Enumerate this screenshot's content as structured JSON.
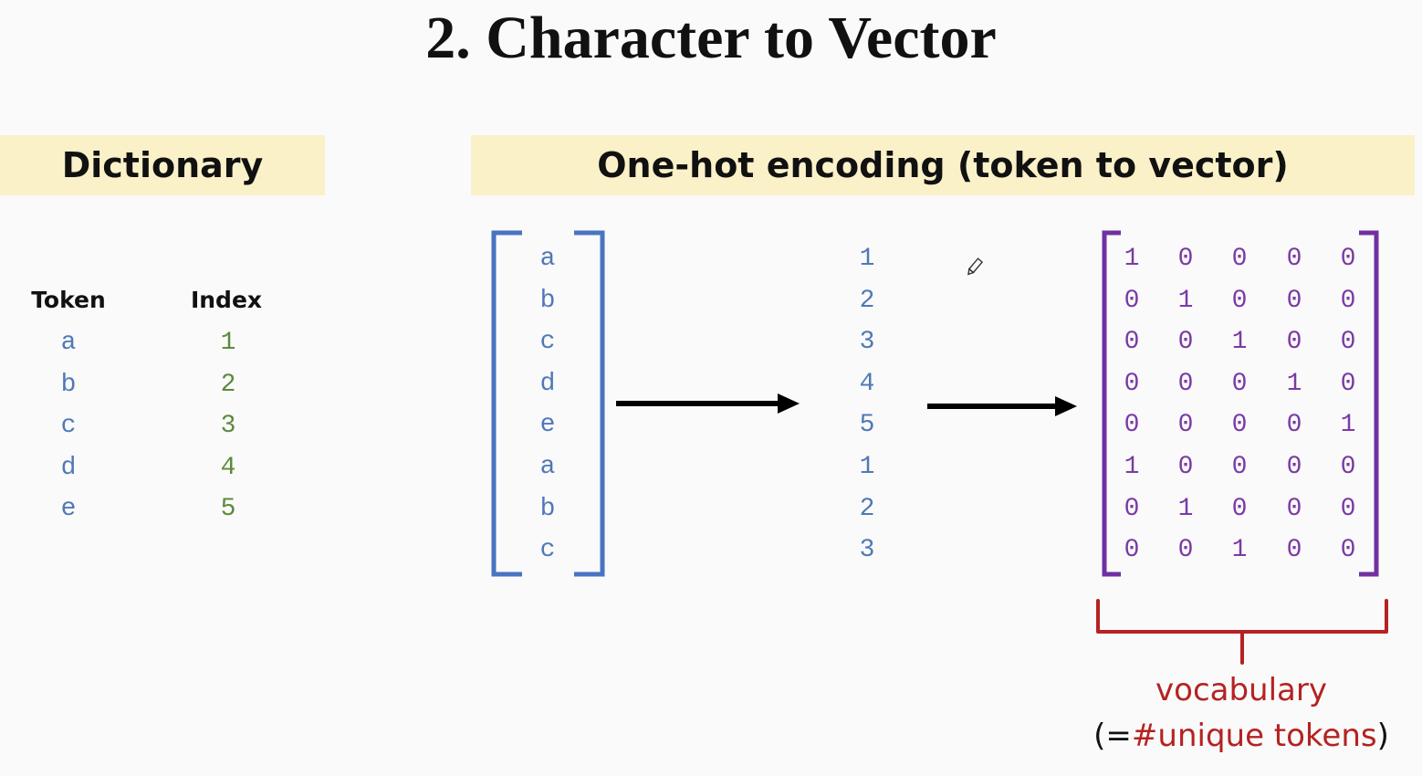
{
  "title": "2. Character to Vector",
  "dictionary": {
    "banner": "Dictionary",
    "token_header": "Token",
    "index_header": "Index",
    "tokens": [
      "a",
      "b",
      "c",
      "d",
      "e"
    ],
    "indices": [
      "1",
      "2",
      "3",
      "4",
      "5"
    ]
  },
  "onehot": {
    "banner": "One-hot encoding (token to vector)",
    "sequence": [
      "a",
      "b",
      "c",
      "d",
      "e",
      "a",
      "b",
      "c"
    ],
    "indices": [
      "1",
      "2",
      "3",
      "4",
      "5",
      "1",
      "2",
      "3"
    ],
    "matrix": [
      [
        "1",
        "0",
        "0",
        "0",
        "0"
      ],
      [
        "0",
        "1",
        "0",
        "0",
        "0"
      ],
      [
        "0",
        "0",
        "1",
        "0",
        "0"
      ],
      [
        "0",
        "0",
        "0",
        "1",
        "0"
      ],
      [
        "0",
        "0",
        "0",
        "0",
        "1"
      ],
      [
        "1",
        "0",
        "0",
        "0",
        "0"
      ],
      [
        "0",
        "1",
        "0",
        "0",
        "0"
      ],
      [
        "0",
        "0",
        "1",
        "0",
        "0"
      ]
    ],
    "vocab_label": "vocabulary",
    "vocab_paren_open": "(=",
    "vocab_note": "#unique tokens",
    "vocab_paren_close": ")"
  },
  "colors": {
    "token": "#4f79b7",
    "index": "#5d8a3c",
    "matrix": "#7b3aa6",
    "brace": "#b52222",
    "banner_bg": "#fbf1c8"
  },
  "icons": [
    "pencil-cursor-icon",
    "arrow-right-icon"
  ]
}
